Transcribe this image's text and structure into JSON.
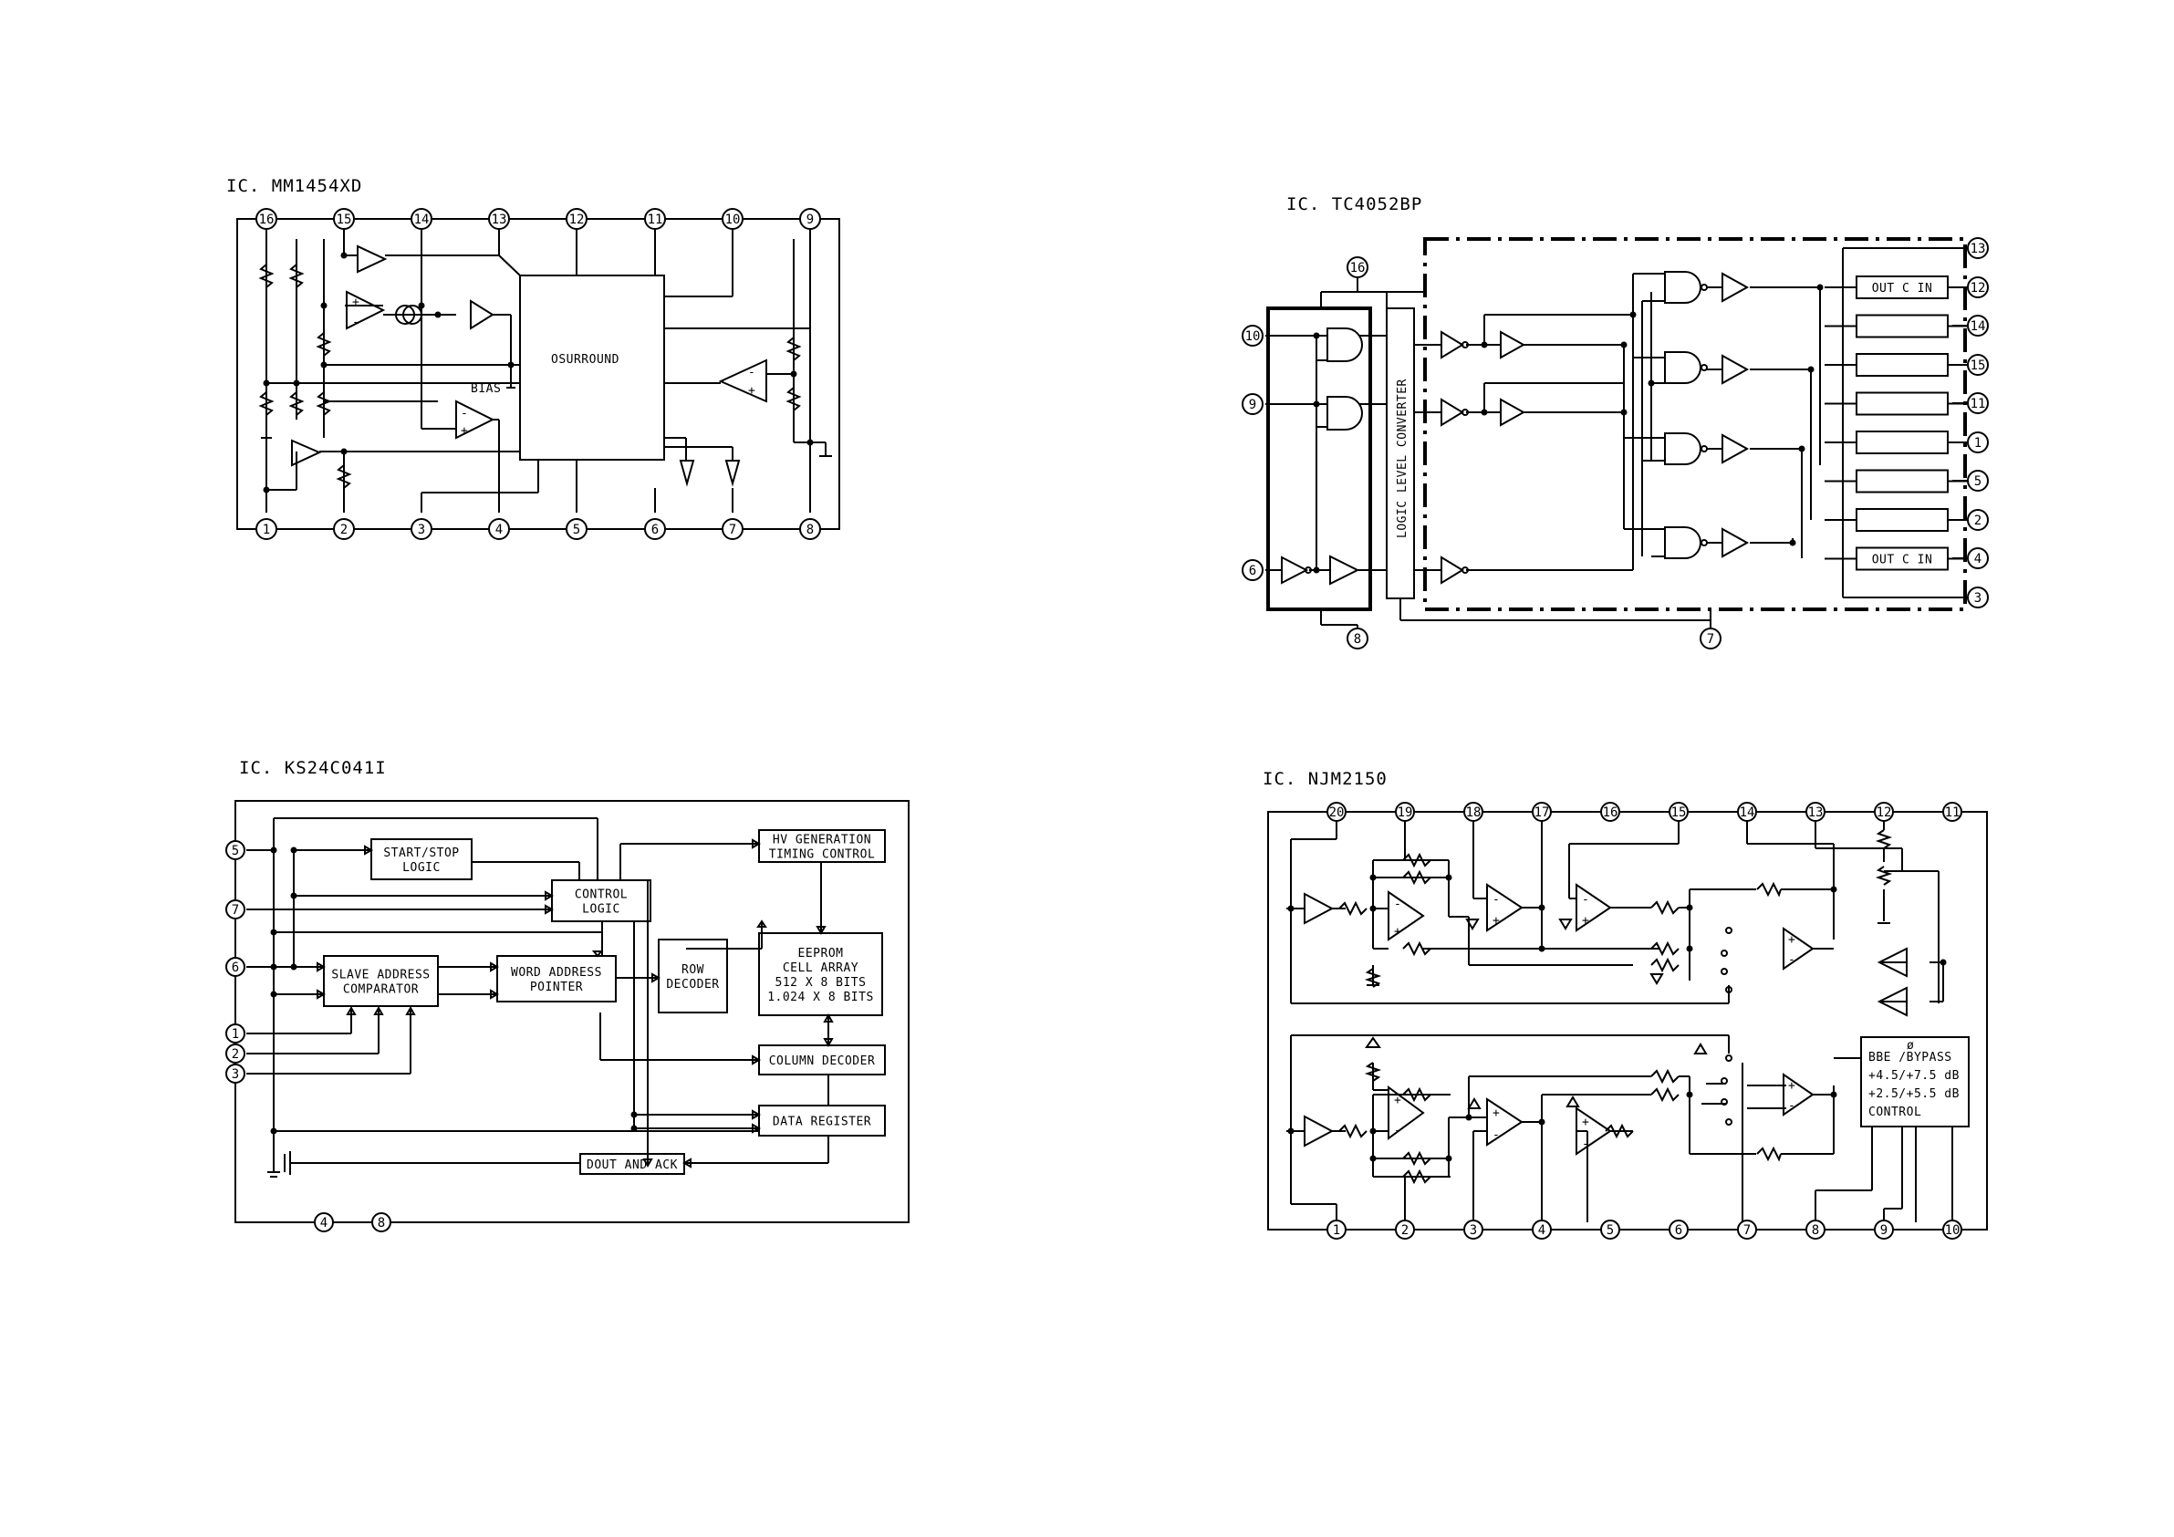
{
  "diagrams": {
    "mm1454": {
      "title": "IC. MM1454XD",
      "core_label": "OSURROUND",
      "bias_label": "BIAS",
      "top_pins": [
        "16",
        "15",
        "14",
        "13",
        "12",
        "11",
        "10",
        "9"
      ],
      "bottom_pins": [
        "1",
        "2",
        "3",
        "4",
        "5",
        "6",
        "7",
        "8"
      ]
    },
    "tc4052": {
      "title": "IC. TC4052BP",
      "converter_label": "LOGIC LEVEL CONVERTER",
      "switch_label": "OUT C IN",
      "input_pins": [
        "10",
        "9",
        "6"
      ],
      "supply_top_pin": "16",
      "ground_pins": [
        "8",
        "7"
      ],
      "right_pins": [
        "13",
        "12",
        "14",
        "15",
        "11",
        "1",
        "5",
        "2",
        "4",
        "3"
      ]
    },
    "ks24c041": {
      "title": "IC. KS24C041I",
      "blocks": {
        "start_stop": [
          "START/STOP",
          "LOGIC"
        ],
        "control": [
          "CONTROL",
          "LOGIC"
        ],
        "hv_gen": [
          "HV GENERATION",
          "TIMING CONTROL"
        ],
        "slave": [
          "SLAVE ADDRESS",
          "COMPARATOR"
        ],
        "word": [
          "WORD ADDRESS",
          "POINTER"
        ],
        "row": [
          "ROW",
          "DECODER"
        ],
        "eeprom": [
          "EEPROM",
          "CELL ARRAY",
          "512 X 8 BITS",
          "1.024 X 8 BITS"
        ],
        "column": [
          "COLUMN DECODER"
        ],
        "data_reg": [
          "DATA REGISTER"
        ],
        "dout": [
          "DOUT AND ACK"
        ]
      },
      "left_pins": [
        "5",
        "7",
        "6",
        "1",
        "2",
        "3"
      ],
      "bottom_pins": [
        "4",
        "8"
      ]
    },
    "njm2150": {
      "title": "IC. NJM2150",
      "control_lines": [
        "BBE /BYPASS",
        "+4.5/+7.5 dB",
        "+2.5/+5.5 dB",
        "CONTROL"
      ],
      "phase_symbol": "ø",
      "top_pins": [
        "20",
        "19",
        "18",
        "17",
        "16",
        "15",
        "14",
        "13",
        "12",
        "11"
      ],
      "bottom_pins": [
        "1",
        "2",
        "3",
        "4",
        "5",
        "6",
        "7",
        "8",
        "9",
        "10"
      ]
    }
  }
}
